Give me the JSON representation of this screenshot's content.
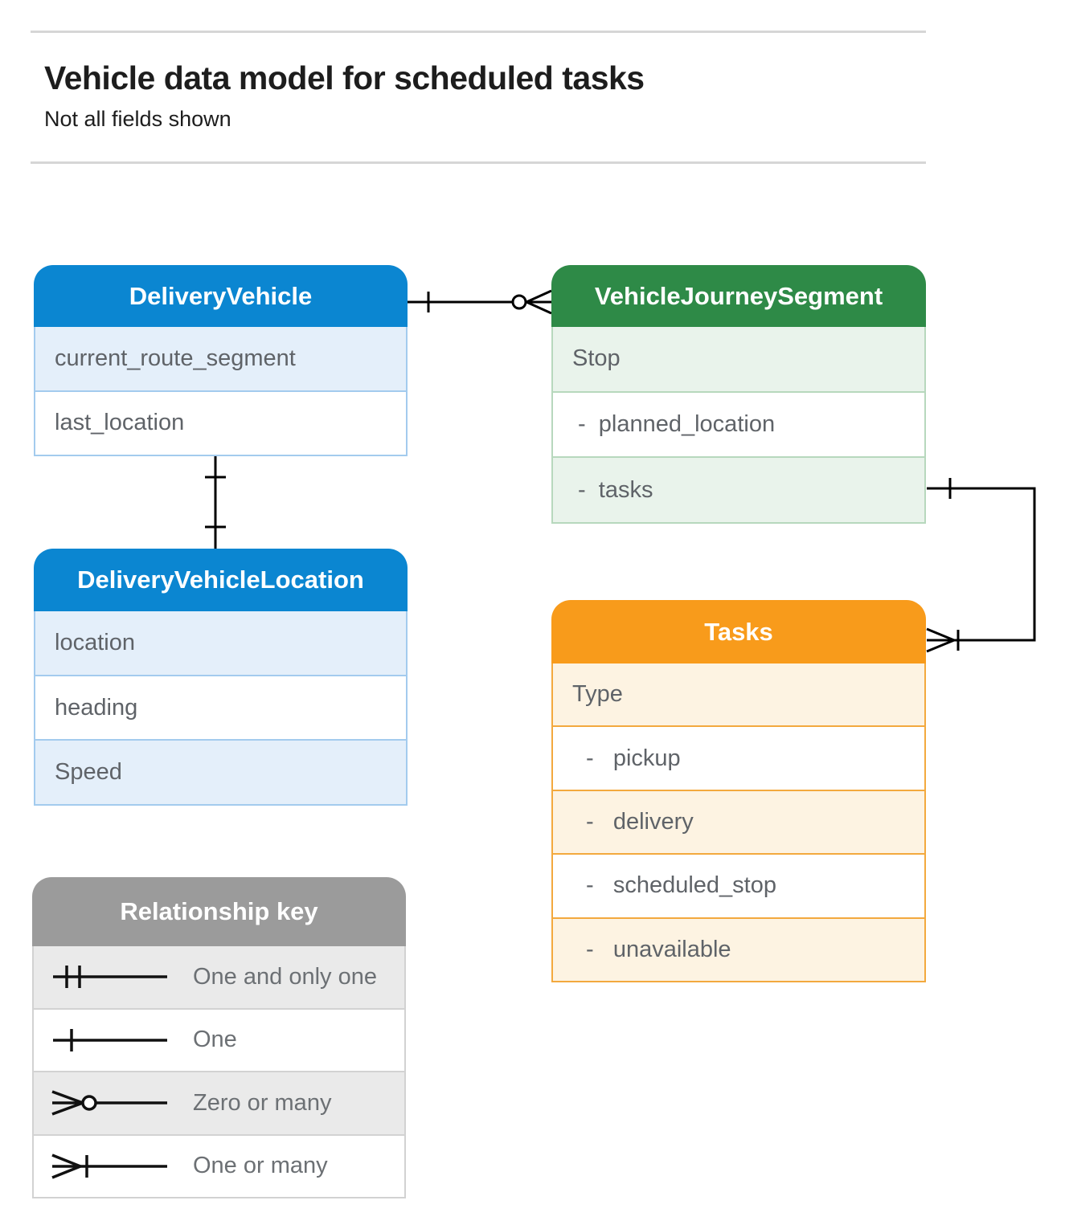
{
  "header": {
    "title": "Vehicle data model for scheduled tasks",
    "subtitle": "Not all fields shown"
  },
  "entities": [
    {
      "name": "DeliveryVehicle",
      "rows": [
        "current_route_segment",
        "last_location"
      ]
    },
    {
      "name": "VehicleJourneySegment",
      "rows": [
        "Stop",
        "-  planned_location",
        "-  tasks"
      ]
    },
    {
      "name": "DeliveryVehicleLocation",
      "rows": [
        "location",
        "heading",
        "Speed"
      ]
    },
    {
      "name": "Tasks",
      "rows": [
        "Type",
        "-   pickup",
        "-   delivery",
        "-   scheduled_stop",
        "-   unavailable"
      ]
    }
  ],
  "legend": {
    "title": "Relationship key",
    "items": [
      {
        "symbol": "one-and-only-one",
        "label": "One and only one"
      },
      {
        "symbol": "one",
        "label": "One"
      },
      {
        "symbol": "zero-or-many",
        "label": "Zero or many"
      },
      {
        "symbol": "one-or-many",
        "label": "One or many"
      }
    ]
  },
  "relationships": [
    {
      "from": "DeliveryVehicle",
      "from_cardinality": "one",
      "to": "VehicleJourneySegment",
      "to_cardinality": "zero-or-many"
    },
    {
      "from": "DeliveryVehicle",
      "from_cardinality": "one",
      "to": "DeliveryVehicleLocation",
      "to_cardinality": "one"
    },
    {
      "from": "VehicleJourneySegment.tasks",
      "from_cardinality": "one",
      "to": "Tasks",
      "to_cardinality": "one-or-many"
    }
  ],
  "colors": {
    "blue_header": "#0b86d1",
    "blue_row": "#e4effa",
    "blue_border": "#a3cbee",
    "green_header": "#2e8a47",
    "green_row": "#e9f3eb",
    "green_border": "#b7d8bd",
    "orange_header": "#f89b1b",
    "orange_row": "#fdf3e2",
    "orange_border": "#f3a93e",
    "gray_header": "#9b9b9b",
    "gray_row": "#eaeaea",
    "gray_border": "#d2d2d2",
    "connector_line": "#000000",
    "row_text": "#5f6368",
    "title_text": "#1d1d1d"
  }
}
